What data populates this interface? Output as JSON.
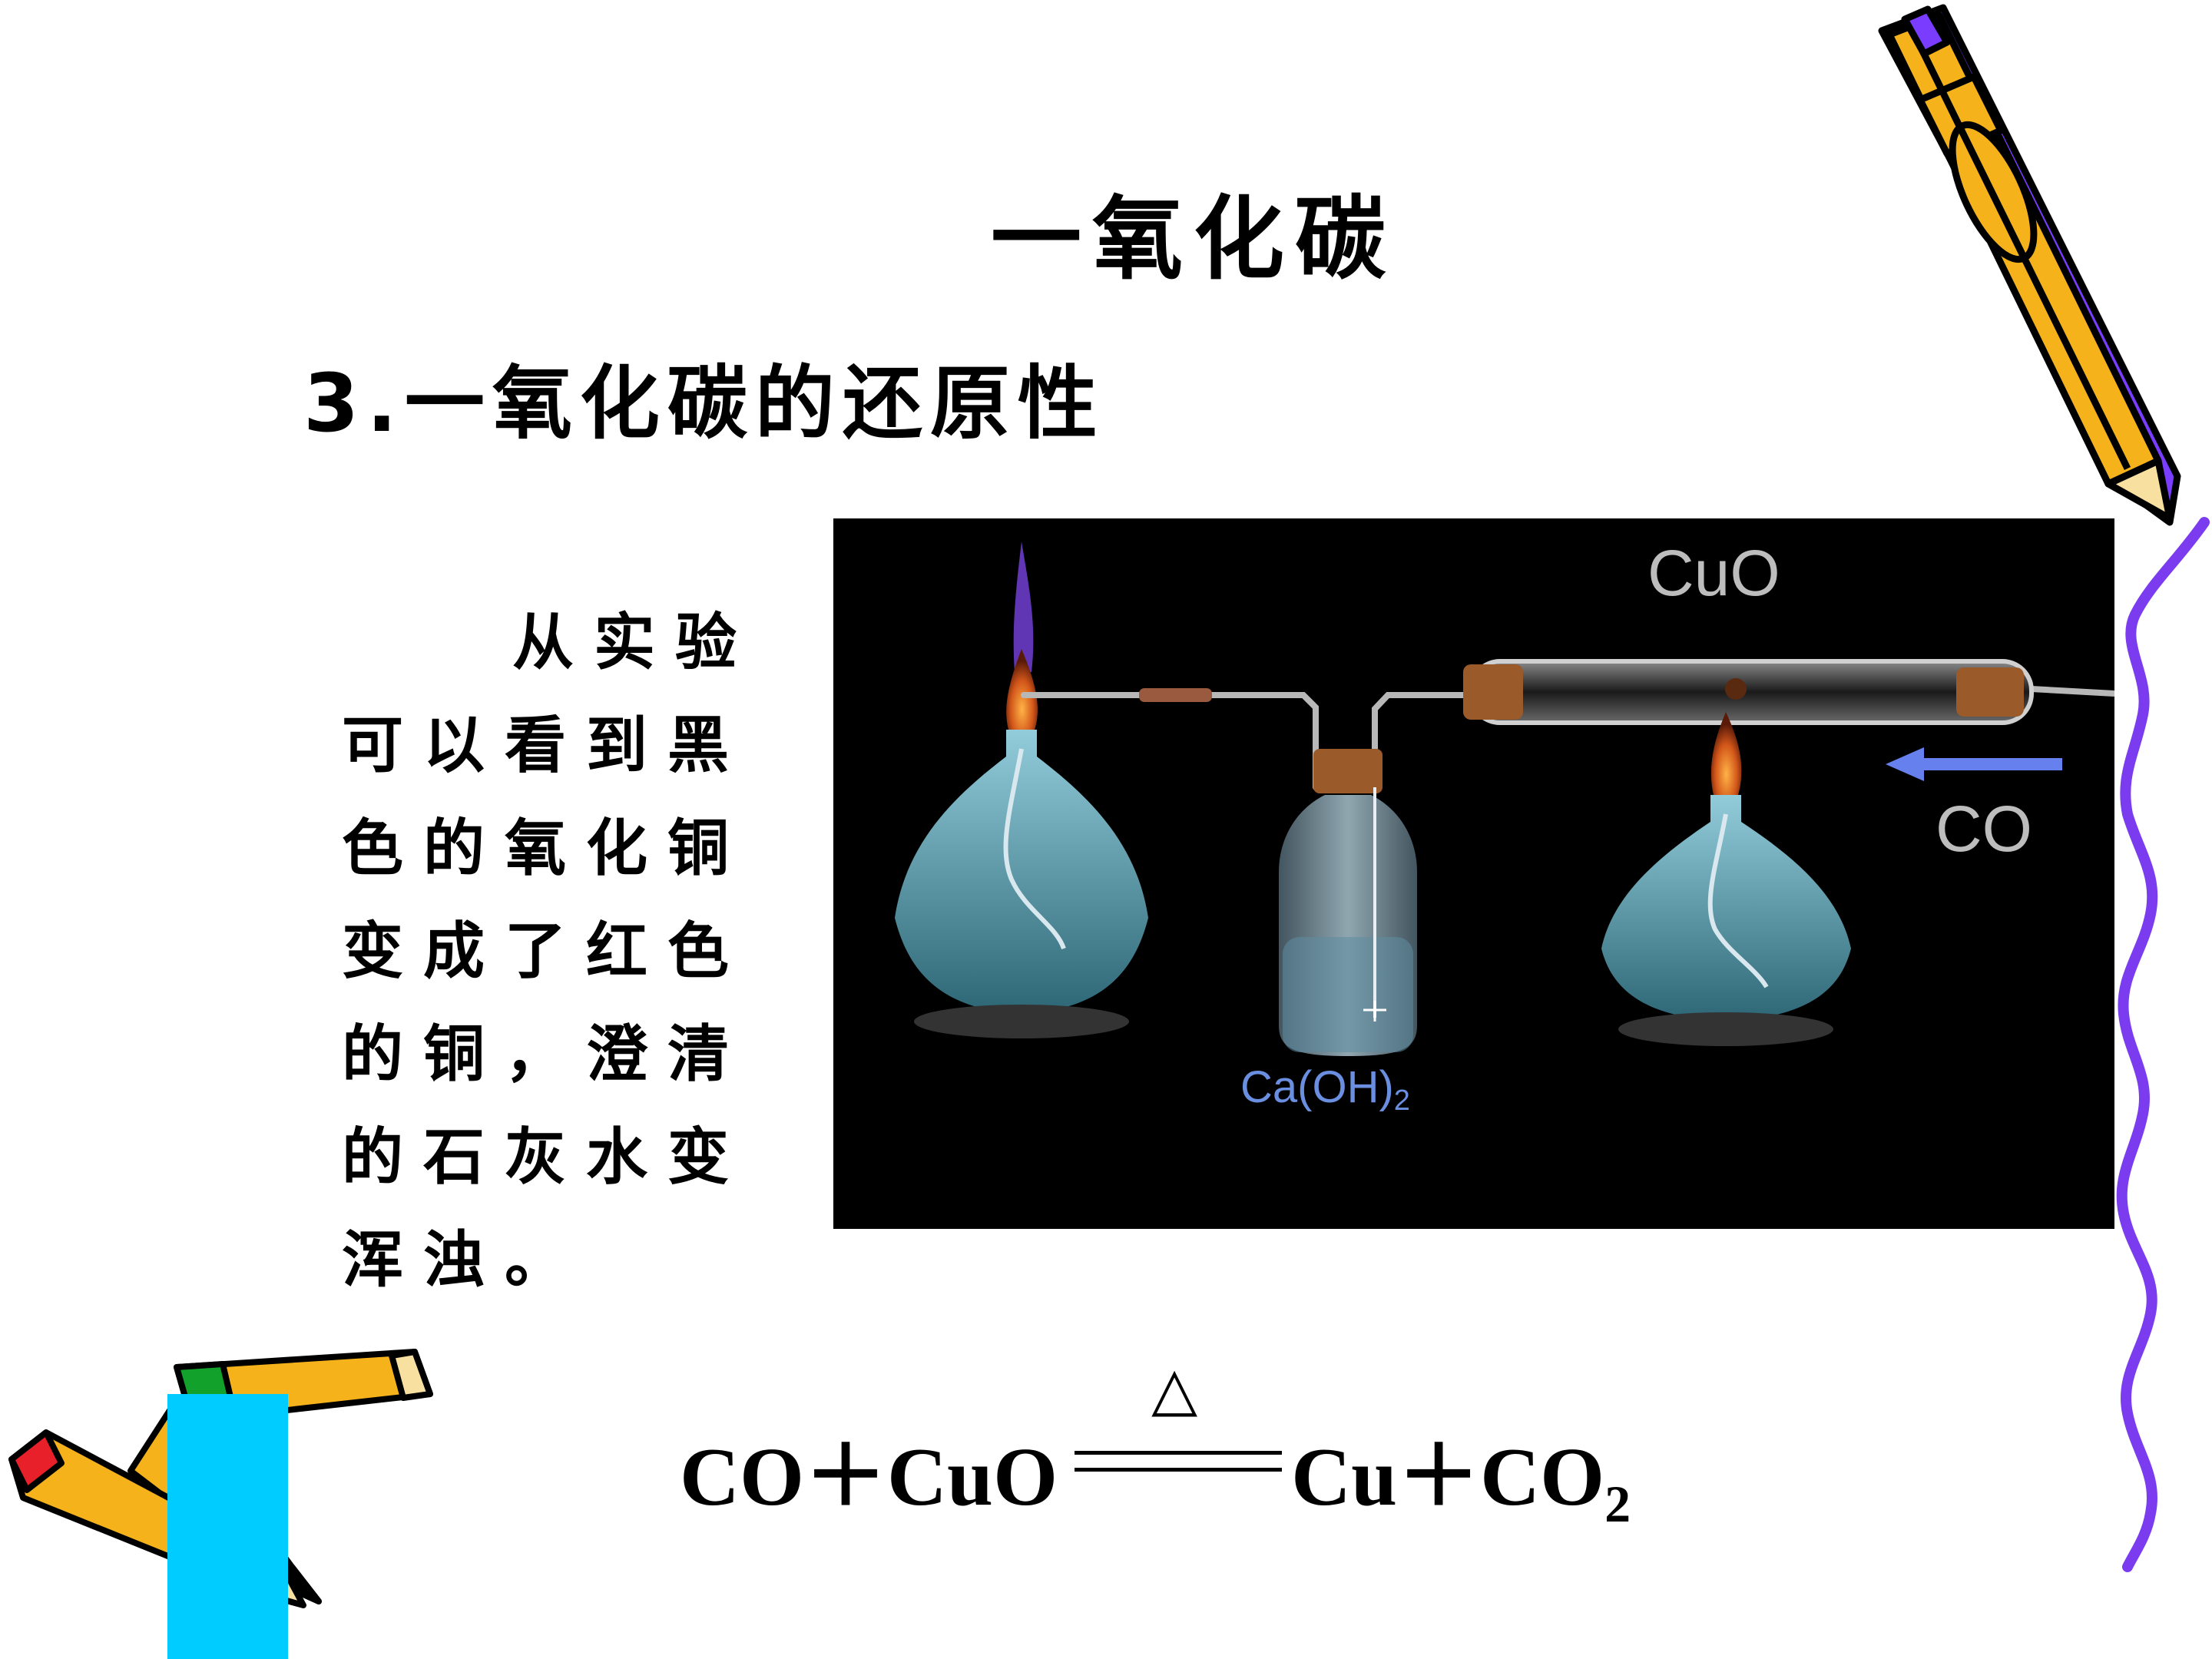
{
  "slide": {
    "title": "一氧化碳",
    "subtitle": "3.一氧化碳的还原性",
    "observation_lines": [
      "从实验",
      "可以看到黑",
      "色的氧化铜",
      "变成了红色",
      "的铜，澄清",
      "的石灰水变",
      "浑浊。"
    ]
  },
  "apparatus": {
    "label_cuo": "CuO",
    "label_co": "CO",
    "label_limewater": "Ca(OH)",
    "label_limewater_sub": "2"
  },
  "equation": {
    "reactant1": "CO",
    "plus1": "＋",
    "reactant2": "CuO",
    "condition": "△",
    "product1": "Cu",
    "plus2": "＋",
    "product2": "CO",
    "product2_sub": "2"
  },
  "colors": {
    "background": "#ffffff",
    "photo_background": "#000000",
    "label_grey": "#bdbdbd",
    "label_blue": "#6b8fe0",
    "arrow_blue": "#6680ee",
    "pencil_yellow": "#f5b21a",
    "pencil_purple": "#7a3cff",
    "wavy_line": "#7b3cf0",
    "cyan_block": "#00ccff"
  },
  "decorations": [
    "pencil-icon",
    "pencils-icon",
    "wavy-line",
    "cyan-block"
  ]
}
